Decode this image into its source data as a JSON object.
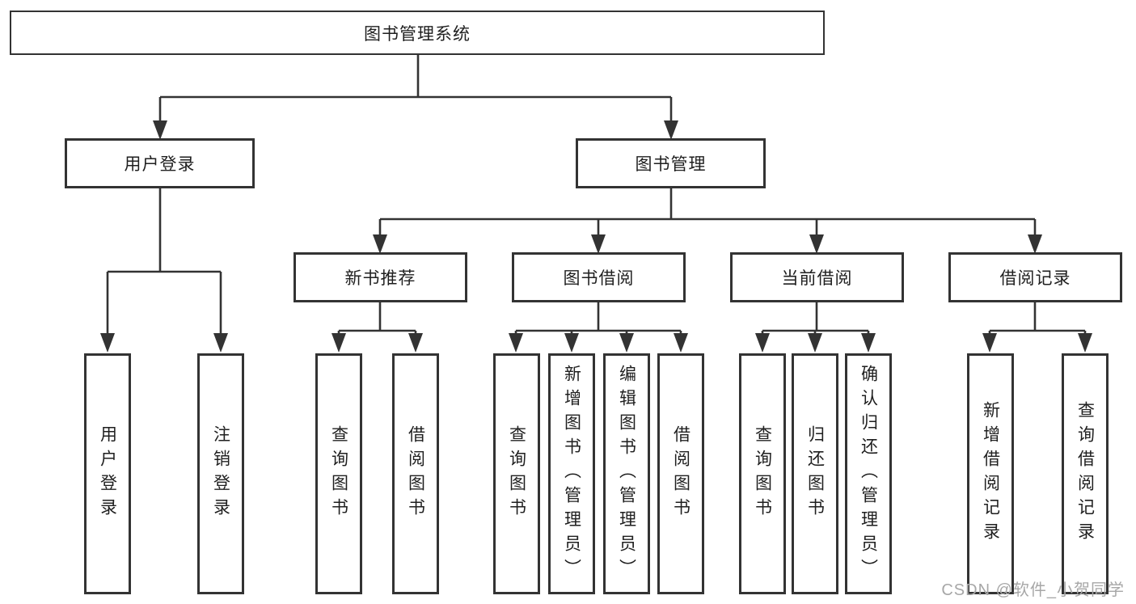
{
  "diagram_title": "图书管理系统",
  "tree": {
    "label": "图书管理系统",
    "children": [
      {
        "label": "用户登录",
        "children": [
          {
            "label": "用户登录"
          },
          {
            "label": "注销登录"
          }
        ]
      },
      {
        "label": "图书管理",
        "children": [
          {
            "label": "新书推荐",
            "children": [
              {
                "label": "查询图书"
              },
              {
                "label": "借阅图书"
              }
            ]
          },
          {
            "label": "图书借阅",
            "children": [
              {
                "label": "查询图书"
              },
              {
                "label": "新增图书（管理员）"
              },
              {
                "label": "编辑图书（管理员）"
              },
              {
                "label": "借阅图书"
              }
            ]
          },
          {
            "label": "当前借阅",
            "children": [
              {
                "label": "查询图书"
              },
              {
                "label": "归还图书"
              },
              {
                "label": "确认归还（管理员）"
              }
            ]
          },
          {
            "label": "借阅记录",
            "children": [
              {
                "label": "新增借阅记录"
              },
              {
                "label": "查询借阅记录"
              }
            ]
          }
        ]
      }
    ]
  },
  "watermark": {
    "text": "CSDN @软件_小贺同学"
  },
  "colors": {
    "line": "#333333",
    "text": "#1f1f1f",
    "watermark": "#a7a7a7",
    "background": "#ffffff"
  }
}
